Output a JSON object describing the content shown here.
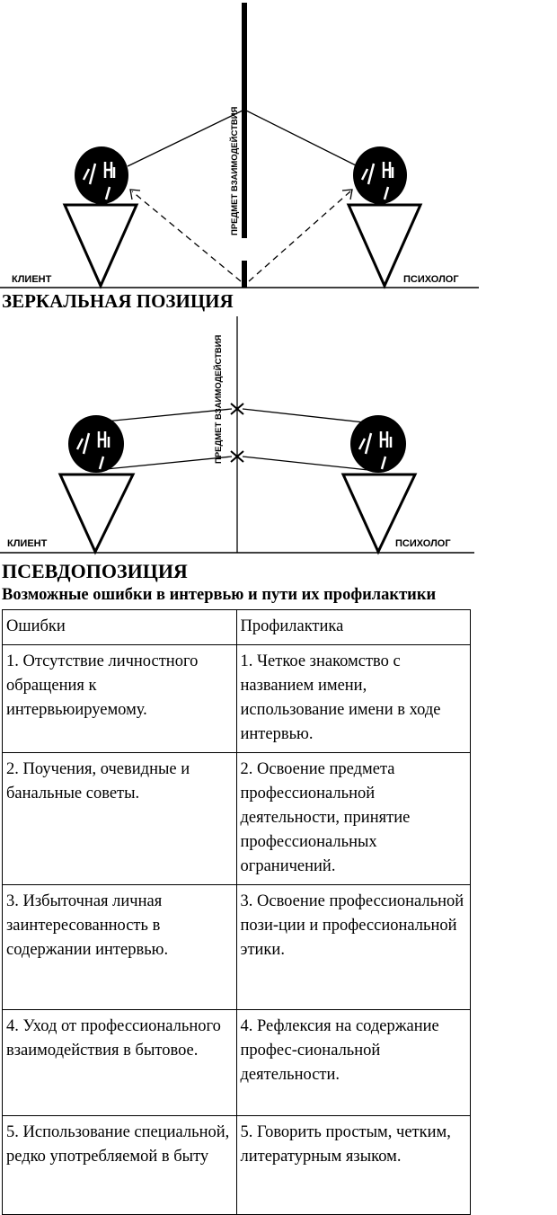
{
  "diagram1": {
    "subject_label": "ПРЕДМЕТ ВЗАИМОДЕЙСТВИЯ",
    "client_label": "КЛИЕНТ",
    "psychologist_label": "ПСИХОЛОГ",
    "caption": "ЗЕРКАЛЬНАЯ ПОЗИЦИЯ"
  },
  "diagram2": {
    "subject_label": "ПРЕДМЕТ ВЗАИМОДЕЙСТВИЯ",
    "client_label": "КЛИЕНТ",
    "psychologist_label": "ПСИХОЛОГ",
    "caption": "ПСЕВДОПОЗИЦИЯ"
  },
  "table": {
    "title": "Возможные ошибки в интервью и пути их профилактики",
    "headers": [
      "Ошибки",
      "Профилактика"
    ],
    "rows": [
      [
        "1. Отсутствие личностного обращения к интервьюируемому.",
        "1. Четкое знакомство с названием имени, использование имени в ходе интервью."
      ],
      [
        "2. Поучения, очевидные и банальные советы.",
        "2. Освоение предмета профессиональной деятельности, принятие профессиональных ограничений."
      ],
      [
        "3. Избыточная личная заинтересованность в содержании интервью.",
        "3. Освоение профессиональной пози-ции и профессиональной этики."
      ],
      [
        "4. Уход от профессионального взаимодействия в бытовое.",
        "4. Рефлексия на содержание профес-сиональной деятельности."
      ],
      [
        "5. Использование специальной, редко употребляемой в быту",
        "5. Говорить простым, четким, литературным языком."
      ]
    ]
  }
}
